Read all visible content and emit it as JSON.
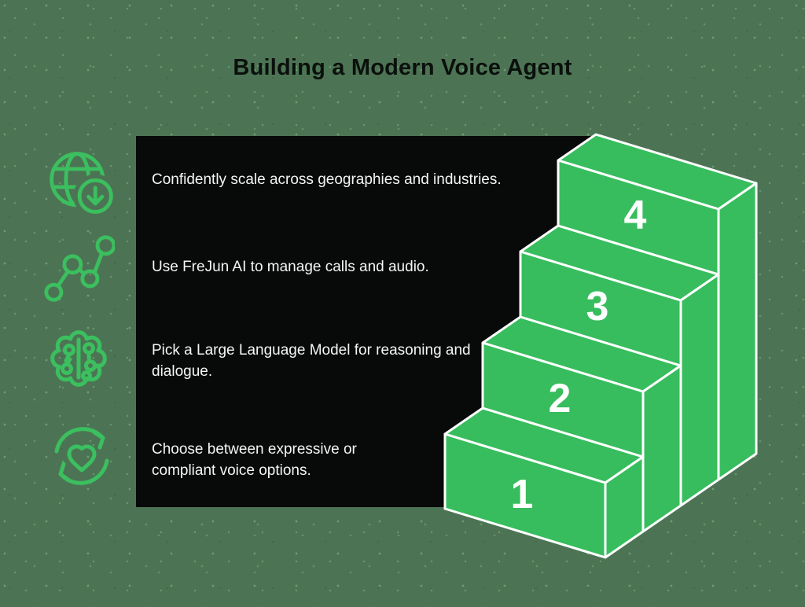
{
  "title": "Building a Modern Voice Agent",
  "panel": {
    "items": [
      {
        "icon": "globe-download-icon",
        "text": "Confidently scale across geographies and industries."
      },
      {
        "icon": "network-nodes-icon",
        "text": "Use FreJun AI to manage calls and audio."
      },
      {
        "icon": "ai-brain-icon",
        "text": "Pick a Large Language Model for reasoning and dialogue."
      },
      {
        "icon": "heart-sync-icon",
        "text": "Choose between expressive or compliant voice options."
      }
    ]
  },
  "staircase": {
    "steps": [
      {
        "label": "1"
      },
      {
        "label": "2"
      },
      {
        "label": "3"
      },
      {
        "label": "4"
      }
    ]
  },
  "colors": {
    "background": "#4c7454",
    "panel_background": "#080909",
    "stair_green": "#37bd5d",
    "icon_green": "#3bbf5f",
    "outline_white": "#ffffff",
    "body_text": "#f4f6f4",
    "title_text": "#0b100c"
  }
}
